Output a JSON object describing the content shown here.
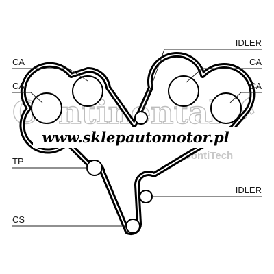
{
  "labels": {
    "ca_top_left": "CA",
    "ca_mid_left": "CA",
    "idler_top": "IDLER",
    "ca_top_right": "CA",
    "ca_mid_right": "CA",
    "tp": "TP",
    "idler_bottom": "IDLER",
    "cs": "CS"
  },
  "watermark": {
    "brand": "Continental",
    "sub": "ContiTech",
    "url": "www.sklepautomotor.pl"
  },
  "colors": {
    "belt": "#000000",
    "watermark": "#bdbdbd",
    "background": "#ffffff"
  }
}
